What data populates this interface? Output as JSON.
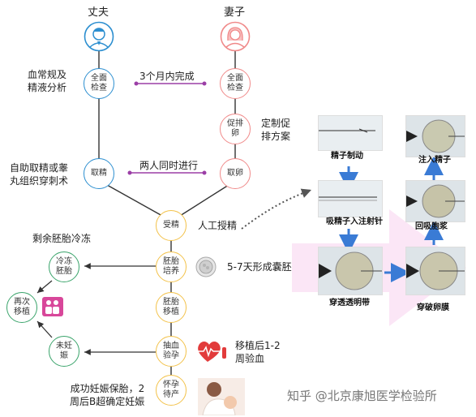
{
  "husband_label": "丈夫",
  "wife_label": "妻子",
  "male_nodes": {
    "exam": "全面\n检查",
    "sperm": "取精"
  },
  "female_nodes": {
    "exam": "全面\n检查",
    "stim": "促排\n卵",
    "egg": "取卵"
  },
  "center_nodes": {
    "fert": "受精",
    "culture": "胚胎\n培养",
    "transfer": "胚胎\n移植",
    "blood": "抽血\n验孕",
    "pregnant": "怀孕\n待产"
  },
  "left_nodes": {
    "freeze": "冷冻\n胚胎",
    "retransfer": "再次\n移植",
    "notpregnant": "未妊\n娠"
  },
  "annotations": {
    "blood_semen": "血常规及\n精液分析",
    "three_months": "3个月内完成",
    "custom_plan": "定制促\n排方案",
    "sperm_method": "自助取精或睾\n丸组织穿刺术",
    "simultaneous": "两人同时进行",
    "icsi": "人工授精",
    "leftover": "剩余胚胎冷冻",
    "blastocyst": "5-7天形成囊胚",
    "blood_test": "移植后1-2\n周验血",
    "success": "成功妊娠保胎，2\n周后B超确定妊娠"
  },
  "micro_captions": {
    "sperm_brake": "精子制动",
    "inject_sperm": "注入精子",
    "aspirate": "吸精子入注射针",
    "aspirate_cyto": "回吸胞浆",
    "zona": "穿透透明带",
    "oolemma": "穿破卵膜"
  },
  "watermark": "知乎 @北京康旭医学检验所",
  "colors": {
    "male": "#2d8fd0",
    "female": "#f08a8a",
    "center": "#f3c24a",
    "left": "#3aa46b",
    "connector": "#9b3ea6",
    "arrow": "#3a7bd5"
  },
  "icons": [
    "male-avatar-icon",
    "female-avatar-icon",
    "embryo-icon",
    "family-icon",
    "heartbeat-icon",
    "mother-baby-icon"
  ]
}
